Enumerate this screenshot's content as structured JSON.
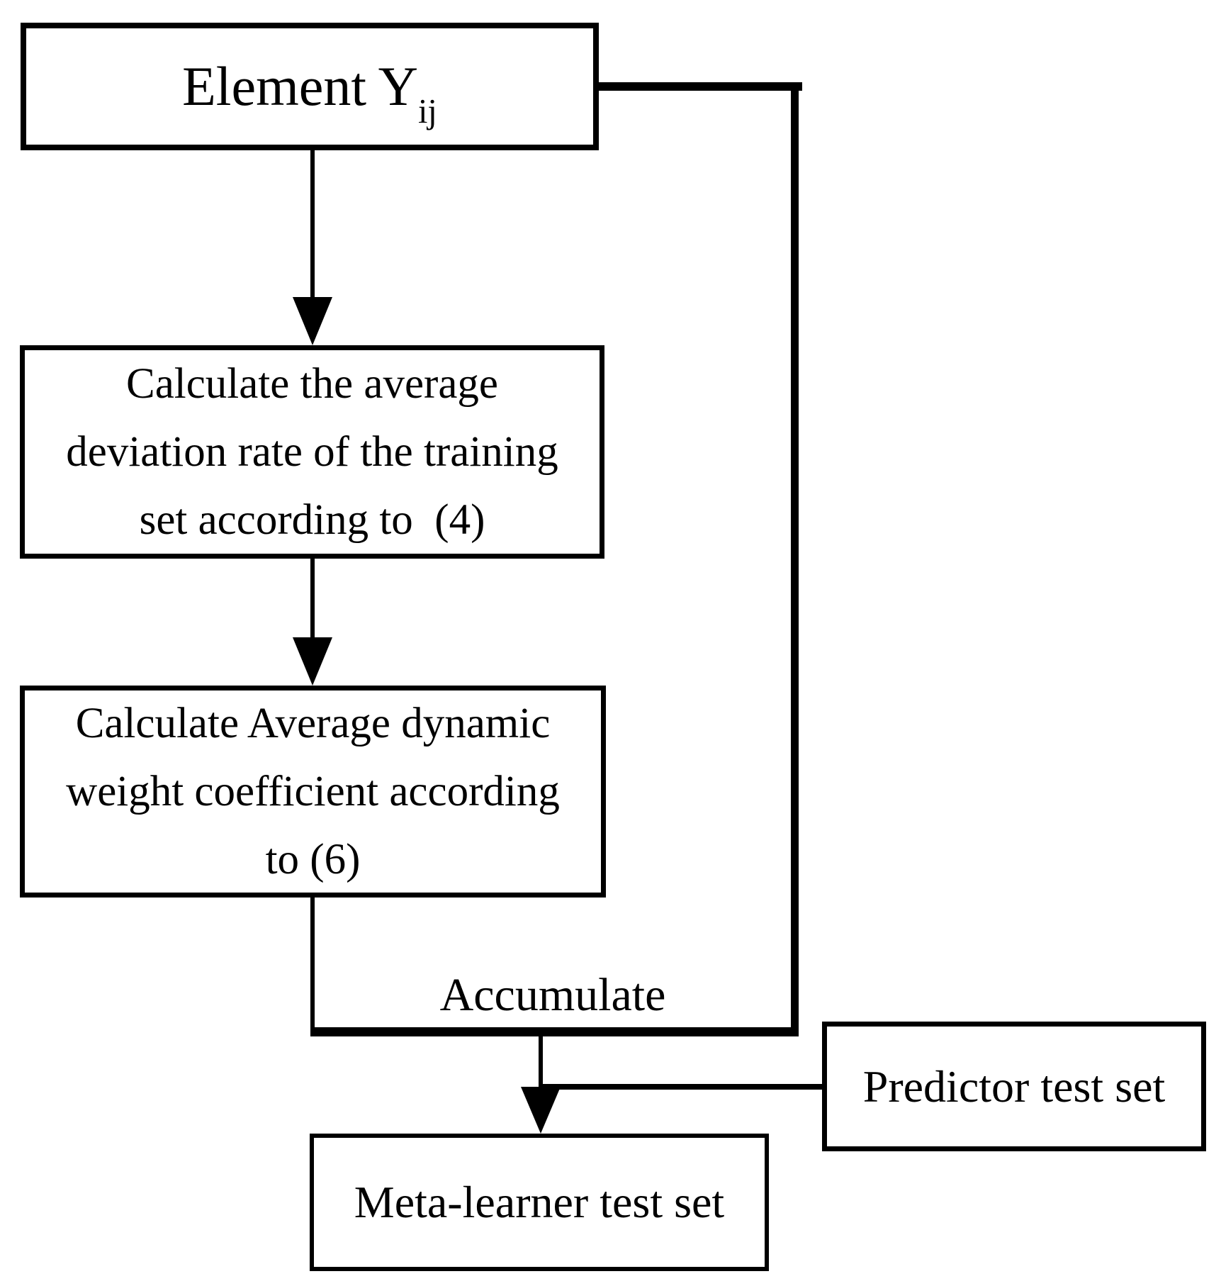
{
  "diagram": {
    "background_color": "#ffffff",
    "line_color": "#000000",
    "nodes": {
      "element": {
        "text": "Element Y",
        "subscript": "ij"
      },
      "avg_deviation": {
        "lines": [
          "Calculate the average",
          "deviation rate of the training",
          "set according to  (4)"
        ]
      },
      "dynamic_weight": {
        "lines": [
          "Calculate Average dynamic",
          "weight coefficient according",
          "to (6)"
        ]
      },
      "meta_learner": {
        "text": "Meta-learner test set"
      },
      "predictor": {
        "text": "Predictor test set"
      }
    },
    "edge_labels": {
      "accumulate": "Accumulate"
    }
  }
}
